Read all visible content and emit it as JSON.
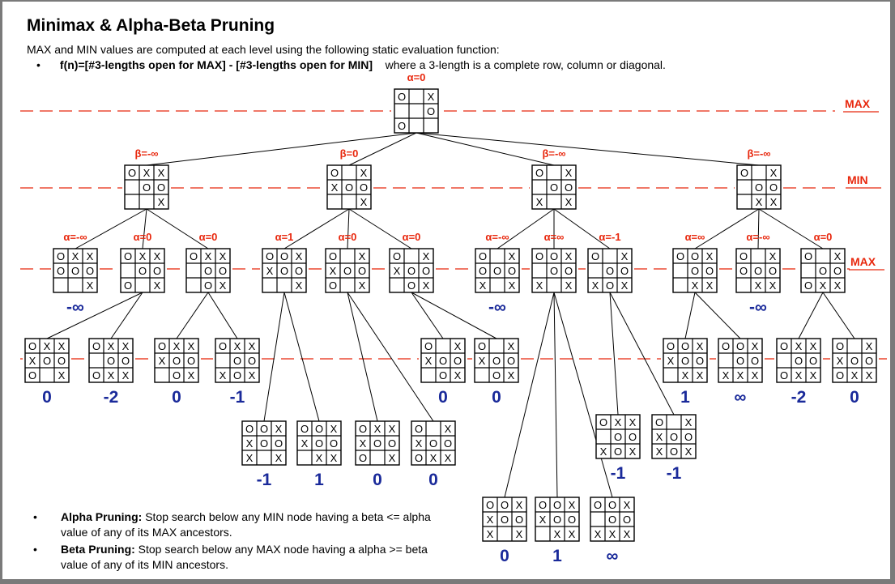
{
  "title": "Minimax & Alpha-Beta Pruning",
  "subtitle": "MAX and MIN values are computed at each level using the following static evaluation function:",
  "formula": {
    "bullet": "•",
    "bold": "f(n)=[#3-lengths open for MAX] - [#3-lengths open for MIN]",
    "rest": "where a 3-length is a complete row, column or diagonal."
  },
  "level_labels": [
    "MAX",
    "MIN",
    "MAX"
  ],
  "colors": {
    "annotation": "#e8280e",
    "value": "#1a2a9a",
    "dashed_line": "#e8280e",
    "grid": "#000000"
  },
  "boards": [
    {
      "id": "r",
      "cells": "O X  OO  X",
      "ann": "α=0",
      "val": ""
    },
    {
      "id": "m1",
      "cells": "OXX OO  X",
      "ann": "β=-∞",
      "val": ""
    },
    {
      "id": "m2",
      "cells": "O XXOO  X",
      "ann": "β=0",
      "val": ""
    },
    {
      "id": "m3",
      "cells": "O X OOX X",
      "ann": "β=-∞",
      "val": ""
    },
    {
      "id": "m4",
      "cells": "O X OO XX",
      "ann": "β=-∞",
      "val": ""
    },
    {
      "id": "a1",
      "cells": "OXXOOO  X",
      "ann": "α=-∞",
      "val": "-∞"
    },
    {
      "id": "a2",
      "cells": "OXX OOO X",
      "ann": "α=0",
      "val": ""
    },
    {
      "id": "a3",
      "cells": "OXX OO OX",
      "ann": "α=0",
      "val": ""
    },
    {
      "id": "a4",
      "cells": "OOXXOO  X",
      "ann": "α=1",
      "val": ""
    },
    {
      "id": "a5",
      "cells": "O XXOOO X",
      "ann": "α=0",
      "val": ""
    },
    {
      "id": "a6",
      "cells": "O XXOO OX",
      "ann": "α=0",
      "val": ""
    },
    {
      "id": "a7",
      "cells": "O XOOOX X",
      "ann": "α=-∞",
      "val": "-∞"
    },
    {
      "id": "a8",
      "cells": "OOX OOX X",
      "ann": "α=∞",
      "val": ""
    },
    {
      "id": "a9",
      "cells": "O X OOXOX",
      "ann": "α=-1",
      "val": ""
    },
    {
      "id": "a10",
      "cells": "OOX OO XX",
      "ann": "α=∞",
      "val": ""
    },
    {
      "id": "a11",
      "cells": "O XOOO XX",
      "ann": "α=-∞",
      "val": "-∞"
    },
    {
      "id": "a12",
      "cells": "O X OOOXX",
      "ann": "α=0",
      "val": ""
    },
    {
      "id": "b1",
      "cells": "OXXXOOO X",
      "ann": "",
      "val": "0"
    },
    {
      "id": "b2",
      "cells": "OXX OOOXX",
      "ann": "",
      "val": "-2"
    },
    {
      "id": "b3",
      "cells": "OXXXOO OX",
      "ann": "",
      "val": "0"
    },
    {
      "id": "b4",
      "cells": "OXX OOXOX",
      "ann": "",
      "val": "-1"
    },
    {
      "id": "b5",
      "cells": "O XXOO OX",
      "ann": "",
      "val": "0"
    },
    {
      "id": "b6",
      "cells": "O XXOO OX",
      "ann": "",
      "val": "0"
    },
    {
      "id": "b7",
      "cells": "OOXXOO XX",
      "ann": "",
      "val": "1"
    },
    {
      "id": "b8",
      "cells": "OOX OOXXX",
      "ann": "",
      "val": "∞"
    },
    {
      "id": "b9",
      "cells": "OXX OOOXX",
      "ann": "",
      "val": "-2"
    },
    {
      "id": "b10",
      "cells": "O XXOOOXX",
      "ann": "",
      "val": "0"
    },
    {
      "id": "c1",
      "cells": "OOXXOOX X",
      "ann": "",
      "val": "-1"
    },
    {
      "id": "c2",
      "cells": "OOXXOO XX",
      "ann": "",
      "val": "1"
    },
    {
      "id": "c3",
      "cells": "OXXXOOO X",
      "ann": "",
      "val": "0"
    },
    {
      "id": "c4",
      "cells": "O XXOOOXX",
      "ann": "",
      "val": "0"
    },
    {
      "id": "d1",
      "cells": "OXX OOXOX",
      "ann": "",
      "val": "-1"
    },
    {
      "id": "d2",
      "cells": "O XXOOXOX",
      "ann": "",
      "val": "-1"
    },
    {
      "id": "e1",
      "cells": "OOXXOOX X",
      "ann": "",
      "val": "0"
    },
    {
      "id": "e2",
      "cells": "OOXXOO XX",
      "ann": "",
      "val": "1"
    },
    {
      "id": "e3",
      "cells": "OOX OOXXX",
      "ann": "",
      "val": "∞"
    }
  ],
  "edges": [
    [
      "r",
      "m1"
    ],
    [
      "r",
      "m2"
    ],
    [
      "r",
      "m3"
    ],
    [
      "r",
      "m4"
    ],
    [
      "m1",
      "a1"
    ],
    [
      "m1",
      "a2"
    ],
    [
      "m1",
      "a3"
    ],
    [
      "m2",
      "a4"
    ],
    [
      "m2",
      "a5"
    ],
    [
      "m2",
      "a6"
    ],
    [
      "m3",
      "a7"
    ],
    [
      "m3",
      "a8"
    ],
    [
      "m3",
      "a9"
    ],
    [
      "m4",
      "a10"
    ],
    [
      "m4",
      "a11"
    ],
    [
      "m4",
      "a12"
    ],
    [
      "a2",
      "b1"
    ],
    [
      "a2",
      "b2"
    ],
    [
      "a3",
      "b3"
    ],
    [
      "a3",
      "b4"
    ],
    [
      "a6",
      "b5"
    ],
    [
      "a6",
      "b6"
    ],
    [
      "a4",
      "c1"
    ],
    [
      "a4",
      "c2"
    ],
    [
      "a5",
      "c3"
    ],
    [
      "a5",
      "c4"
    ],
    [
      "a8",
      "e1"
    ],
    [
      "a8",
      "e2"
    ],
    [
      "a8",
      "e3"
    ],
    [
      "a9",
      "d1"
    ],
    [
      "a9",
      "d2"
    ],
    [
      "a10",
      "b7"
    ],
    [
      "a10",
      "b8"
    ],
    [
      "a12",
      "b9"
    ],
    [
      "a12",
      "b10"
    ]
  ],
  "notes": [
    {
      "bullet": "•",
      "label": "Alpha Pruning:",
      "text": "Stop search below any MIN node having a beta <= alpha value of any of its MAX ancestors."
    },
    {
      "bullet": "•",
      "label": "Beta Pruning:",
      "text": "Stop search below any MAX node having a alpha >= beta value of any of its MIN ancestors."
    }
  ]
}
